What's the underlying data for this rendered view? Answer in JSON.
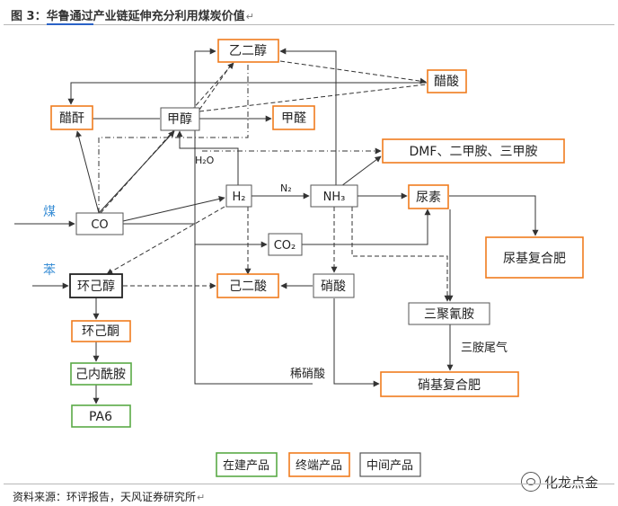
{
  "title": {
    "prefix": "图 3：",
    "highlight": "华鲁通过",
    "rest": "产业链延伸充分利用煤炭价值",
    "mark": "↵"
  },
  "inputs": {
    "coal": "煤",
    "benzene": "苯"
  },
  "nodes": {
    "glycol": "乙二醇",
    "acetic_acid": "醋酸",
    "acetic_anhydride": "醋酐",
    "methanol": "甲醇",
    "formaldehyde": "甲醛",
    "amines": "DMF、二甲胺、三甲胺",
    "h2o": "H₂O",
    "h2": "H₂",
    "n2": "N₂",
    "nh3": "NH₃",
    "urea": "尿素",
    "co": "CO",
    "co2": "CO₂",
    "urea_compound_fertilizer": "尿基复合肥",
    "cyclohexanol": "环己醇",
    "adipic_acid": "己二酸",
    "nitric_acid": "硝酸",
    "melamine": "三聚氰胺",
    "cyclohexanone": "环己酮",
    "tail_gas": "三胺尾气",
    "caprolactam": "己内酰胺",
    "dilute_nitric": "稀硝酸",
    "nitro_compound_fertilizer": "硝基复合肥",
    "pa6": "PA6"
  },
  "legend": {
    "under_construction": "在建产品",
    "end_product": "终端产品",
    "intermediate": "中间产品"
  },
  "colors": {
    "end_product_border": "#f07c1e",
    "under_construction_border": "#5aaa46",
    "intermediate_border": "#555555",
    "line": "#333333",
    "coal_label": "#3b8fd6",
    "benzene_label": "#3b8fd6",
    "title_underline": "#2a62c7"
  },
  "source": {
    "text": "资料来源：环评报告，天风证券研究所",
    "mark": "↵"
  },
  "watermark": {
    "text": "化龙点金"
  }
}
